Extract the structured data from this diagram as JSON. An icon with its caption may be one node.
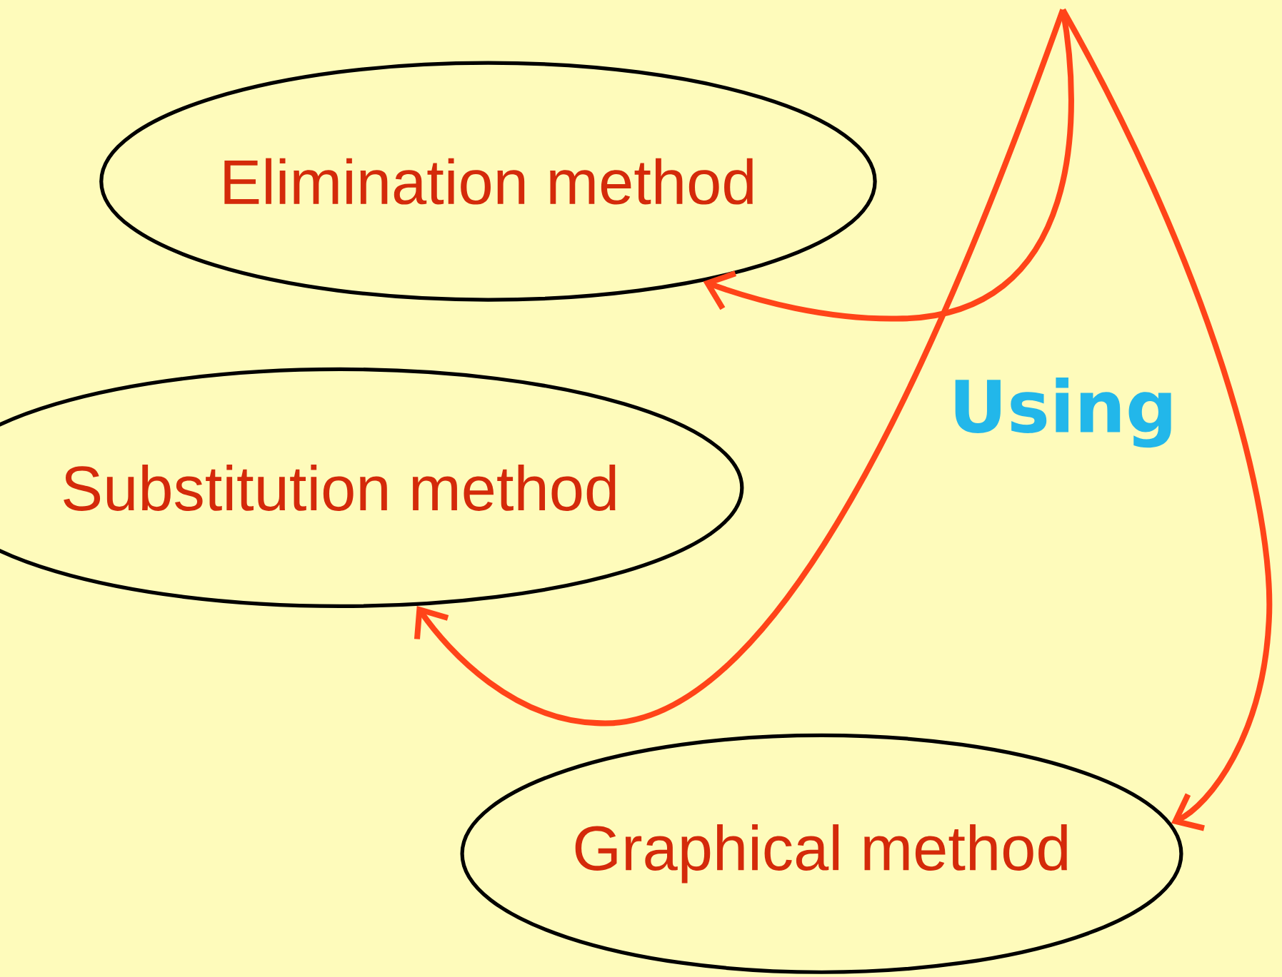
{
  "diagram": {
    "nodes": [
      {
        "text": [
          "Elimination method"
        ]
      },
      {
        "text": [
          "Substitution method"
        ]
      },
      {
        "text": [
          "Graphical method"
        ]
      }
    ],
    "edges": [
      {
        "from": null,
        "to": 0,
        "arrow": "to"
      },
      {
        "from": null,
        "to": 1,
        "arrow": "to"
      },
      {
        "from": null,
        "to": 2,
        "arrow": "to"
      }
    ],
    "labels": [
      "Using"
    ]
  }
}
